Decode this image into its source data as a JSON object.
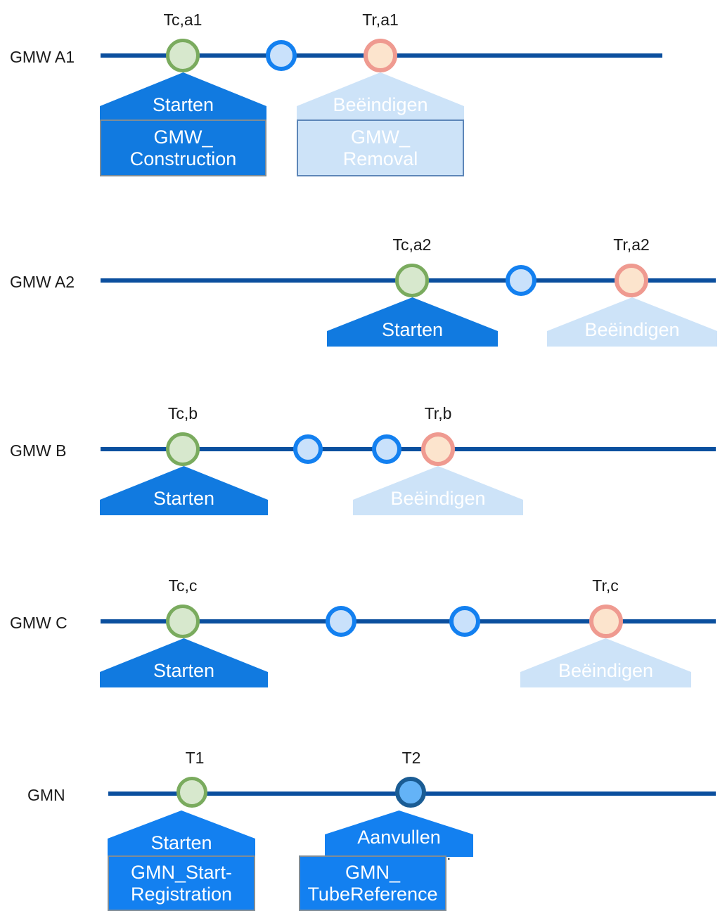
{
  "diagram": {
    "title_text": "",
    "colors": {
      "timeline": "#0b4f9e",
      "solid_blue": "#117ae0",
      "pale_blue": "#cde3f8",
      "gmn_blue": "#1380f0",
      "green_node_border": "#7aab5e",
      "green_node_fill": "#d7e8cd",
      "blue_node_border": "#1380f0",
      "blue_node_fill": "#c9e1fb",
      "red_node_border": "#ef9a90",
      "red_node_fill": "#fce4cd",
      "navy_node_border": "#1a5c94",
      "navy_node_fill": "#64b3f7",
      "doc_border_gray": "#7f8c96",
      "doc_border_steel": "#5d86b8"
    },
    "labels": {
      "starten": "Starten",
      "beeindigen": "Beëindigen",
      "aanvullen": "Aanvullen",
      "ellipsis": "..."
    },
    "rows": [
      {
        "id": "gmw-a1",
        "label": "GMW A1",
        "ticks": [
          "Tc,a1",
          "Tr,a1"
        ],
        "events": [
          "Starten",
          "Beëindigen"
        ],
        "documents": [
          "GMW_ Construction",
          "GMW_ Removal"
        ],
        "doc_lines": [
          [
            "GMW_",
            "Construction"
          ],
          [
            "GMW_",
            "Removal"
          ]
        ],
        "node_kinds": [
          "green",
          "blue",
          "red"
        ]
      },
      {
        "id": "gmw-a2",
        "label": "GMW A2",
        "ticks": [
          "Tc,a2",
          "Tr,a2"
        ],
        "events": [
          "Starten",
          "Beëindigen"
        ],
        "documents": [],
        "doc_lines": [],
        "node_kinds": [
          "green",
          "blue",
          "red"
        ]
      },
      {
        "id": "gmw-b",
        "label": "GMW B",
        "ticks": [
          "Tc,b",
          "Tr,b"
        ],
        "events": [
          "Starten",
          "Beëindigen"
        ],
        "documents": [],
        "doc_lines": [],
        "node_kinds": [
          "green",
          "blue",
          "blue",
          "red"
        ]
      },
      {
        "id": "gmw-c",
        "label": "GMW C",
        "ticks": [
          "Tc,c",
          "Tr,c"
        ],
        "events": [
          "Starten",
          "Beëindigen"
        ],
        "documents": [],
        "doc_lines": [],
        "node_kinds": [
          "green",
          "blue",
          "blue",
          "red"
        ]
      },
      {
        "id": "gmn",
        "label": "GMN",
        "ticks": [
          "T1",
          "T2"
        ],
        "events": [
          "Starten",
          "Aanvullen"
        ],
        "documents": [
          "GMN_Start- Registration",
          "GMN_ TubeReference"
        ],
        "doc_lines": [
          [
            "GMN_Start-",
            "Registration"
          ],
          [
            "GMN_",
            "TubeReference"
          ]
        ],
        "node_kinds": [
          "green",
          "navy"
        ]
      }
    ]
  }
}
